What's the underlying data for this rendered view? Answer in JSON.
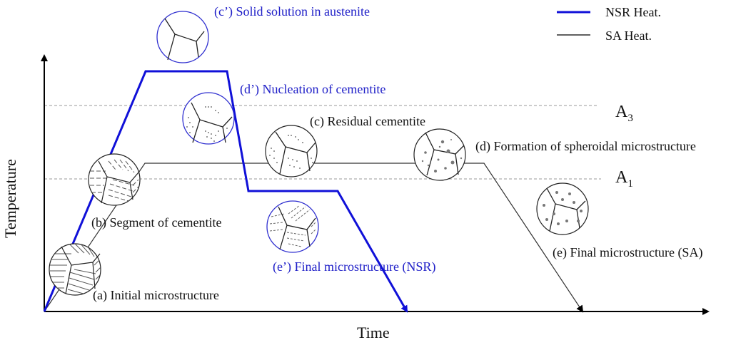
{
  "axes": {
    "x_label": "Time",
    "y_label": "Temperature"
  },
  "legend": {
    "items": [
      {
        "label": "NSR Heat.",
        "color": "#1010d8",
        "style": "thick"
      },
      {
        "label": "SA Heat.",
        "color": "#000000",
        "style": "thin"
      }
    ]
  },
  "reference_lines": [
    {
      "name": "A3",
      "base": "A",
      "sub": "3"
    },
    {
      "name": "A1",
      "base": "A",
      "sub": "1"
    }
  ],
  "annotations": {
    "c_prime": "(c’) Solid solution in austenite",
    "d_prime": "(d’) Nucleation of cementite",
    "e_prime": "(e’) Final microstructure (NSR)",
    "a": "(a)  Initial microstructure",
    "b": "(b) Segment of cementite",
    "c": "(c) Residual cementite",
    "d": "(d) Formation of spheroidal microstructure",
    "e": "(e) Final microstructure (SA)"
  },
  "colors": {
    "nsr": "#1010d8",
    "sa": "#111111",
    "dashed": "#999999",
    "nsr_text": "#2020c8"
  }
}
